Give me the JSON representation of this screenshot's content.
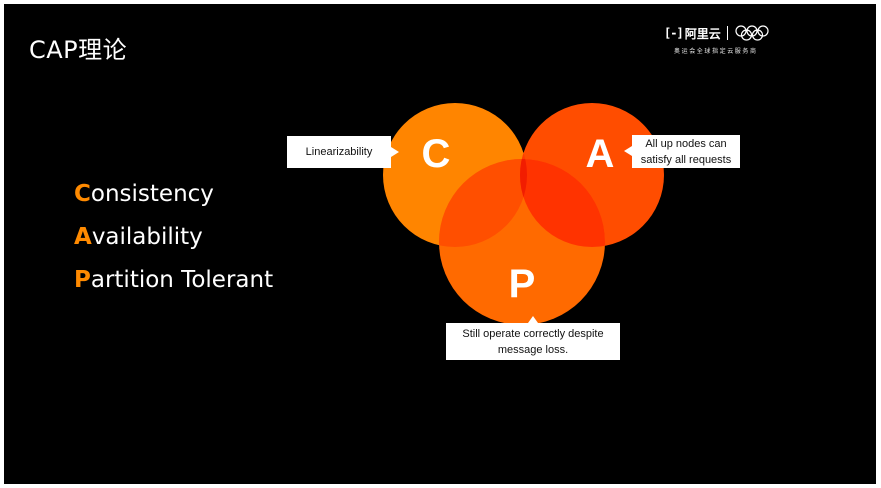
{
  "slide": {
    "title": "CAP理论"
  },
  "logo": {
    "brand_mark": "[-]",
    "brand_name": "阿里云",
    "tagline": "奥运会全球指定云服务商"
  },
  "terms": [
    {
      "initial": "C",
      "rest": "onsistency"
    },
    {
      "initial": "A",
      "rest": "vailability"
    },
    {
      "initial": "P",
      "rest": "artition Tolerant"
    }
  ],
  "venn": {
    "circles": [
      {
        "letter": "C",
        "color": "#ff8500"
      },
      {
        "letter": "A",
        "color": "#ff4d00"
      },
      {
        "letter": "P",
        "color": "#ff6a00"
      }
    ],
    "overlap_color": "#ff2a00"
  },
  "callouts": {
    "c": "Linearizability",
    "a_line1": "All up nodes can",
    "a_line2": "satisfy all requests",
    "p_line1": "Still operate correctly despite",
    "p_line2": "message loss."
  },
  "colors": {
    "background": "#000000",
    "accent": "#ff8a00",
    "text": "#ffffff"
  }
}
